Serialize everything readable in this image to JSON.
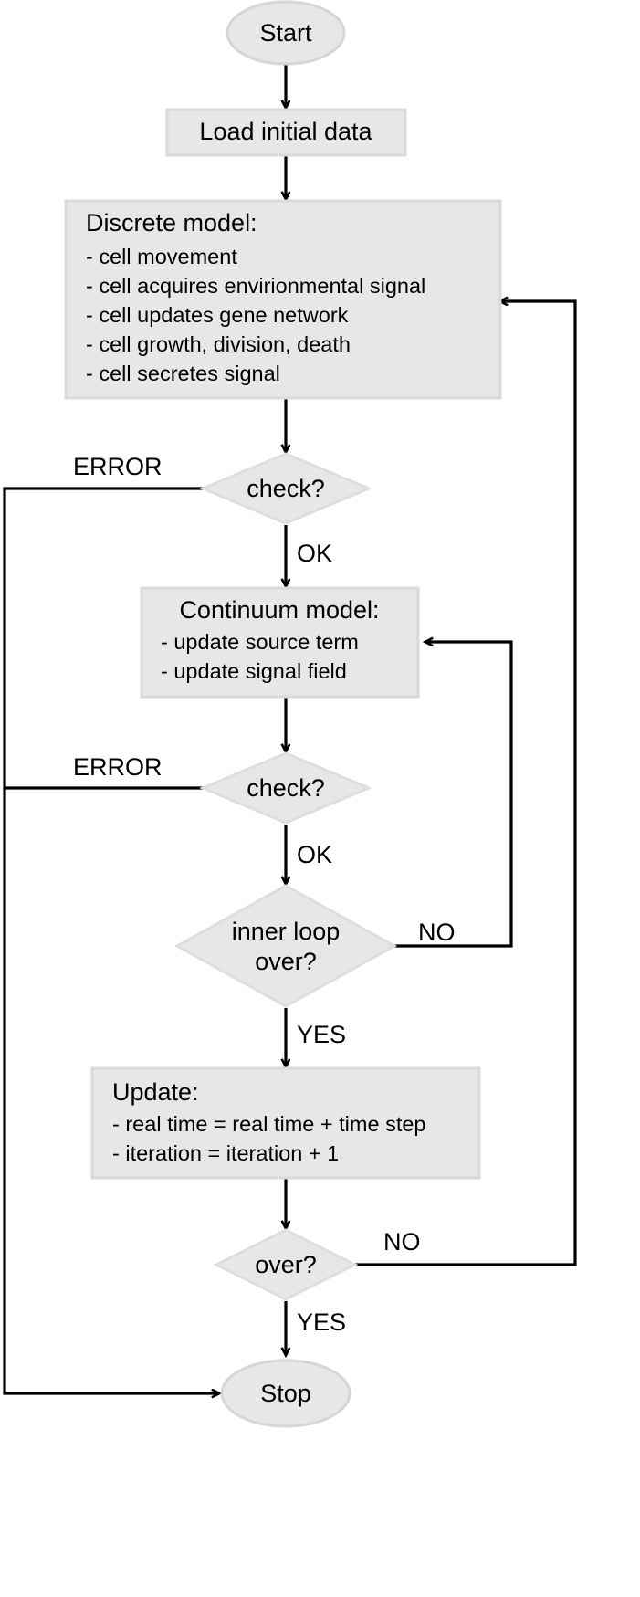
{
  "diagram": {
    "title": "Hybrid discrete-continuum simulation loop",
    "type": "flowchart",
    "colors": {
      "node_fill": "#e6e7e8",
      "node_stroke": "#d9dadb",
      "connector": "#000000",
      "background": "#ffffff",
      "text": "#000000"
    }
  },
  "nodes": {
    "start": {
      "shape": "ellipse",
      "label": "Start"
    },
    "load": {
      "shape": "rectangle",
      "label": "Load initial data"
    },
    "discrete": {
      "shape": "rectangle",
      "title": "Discrete model:",
      "lines": [
        "- cell movement",
        "- cell acquires envirionmental signal",
        "- cell updates gene network",
        "- cell growth, division, death",
        "- cell secretes signal"
      ]
    },
    "check1": {
      "shape": "diamond",
      "label": "check?"
    },
    "continuum": {
      "shape": "rectangle",
      "title": "Continuum model:",
      "lines": [
        "- update source term",
        "- update signal field"
      ]
    },
    "check2": {
      "shape": "diamond",
      "label": "check?"
    },
    "inner_loop": {
      "shape": "diamond",
      "label_line1": "inner loop",
      "label_line2": "over?"
    },
    "update": {
      "shape": "rectangle",
      "title": "Update:",
      "lines": [
        "- real time = real time + time step",
        "- iteration = iteration + 1"
      ]
    },
    "over": {
      "shape": "diamond",
      "label": "over?"
    },
    "stop": {
      "shape": "ellipse",
      "label": "Stop"
    }
  },
  "edge_labels": {
    "check1_error": "ERROR",
    "check1_ok": "OK",
    "check2_error": "ERROR",
    "check2_ok": "OK",
    "inner_loop_no": "NO",
    "inner_loop_yes": "YES",
    "over_no": "NO",
    "over_yes": "YES"
  }
}
